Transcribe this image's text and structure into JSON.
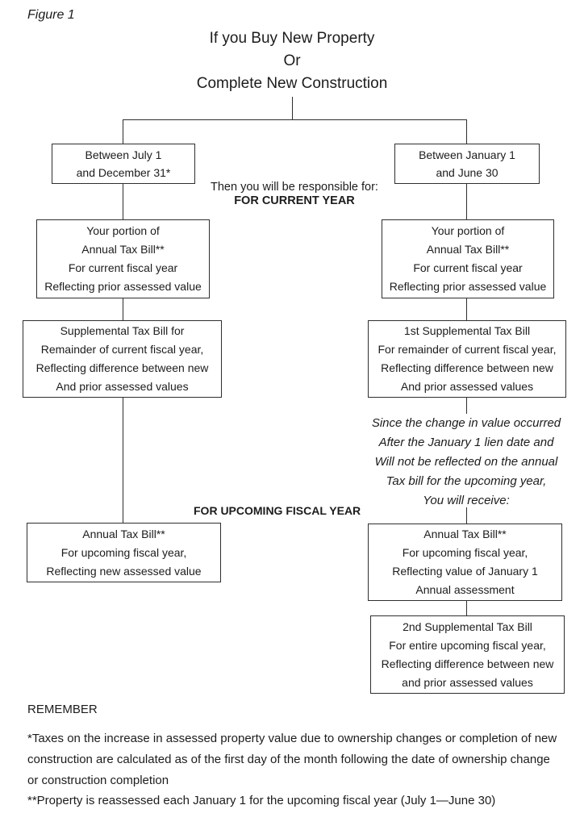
{
  "figure_label": "Figure 1",
  "title": {
    "lines": [
      "If you Buy New Property",
      "Or",
      "Complete New Construction"
    ]
  },
  "annotations": {
    "responsible_intro": "Then you will be responsible for:",
    "for_current_year": "FOR CURRENT YEAR",
    "for_upcoming_fiscal_year": "FOR UPCOMING FISCAL YEAR"
  },
  "left_branch": {
    "period_box": {
      "lines": [
        "Between July 1",
        "and December 31*"
      ]
    },
    "portion_box": {
      "lines": [
        "Your portion of",
        "Annual Tax Bill**",
        "For current fiscal year",
        "Reflecting prior assessed value"
      ]
    },
    "supplemental_box": {
      "lines": [
        "Supplemental Tax Bill for",
        "Remainder of current fiscal year,",
        "Reflecting difference between new",
        "And prior assessed values"
      ]
    },
    "annual_box": {
      "lines": [
        "Annual Tax Bill**",
        "For upcoming fiscal year,",
        "Reflecting new assessed value"
      ]
    }
  },
  "right_branch": {
    "period_box": {
      "lines": [
        "Between January 1",
        "and June 30"
      ]
    },
    "portion_box": {
      "lines": [
        "Your portion of",
        "Annual Tax Bill**",
        "For current fiscal year",
        "Reflecting prior assessed value"
      ]
    },
    "supplemental1_box": {
      "lines": [
        "1st Supplemental Tax Bill",
        "For remainder of current fiscal year,",
        "Reflecting difference between new",
        "And prior assessed values"
      ]
    },
    "note": {
      "lines": [
        "Since the change in value occurred",
        "After the January 1 lien date and",
        "Will not be reflected on the annual",
        "Tax bill for the upcoming year,",
        "You will receive:"
      ]
    },
    "annual_box": {
      "lines": [
        "Annual Tax Bill**",
        "For upcoming fiscal year,",
        "Reflecting value of January 1",
        "Annual assessment"
      ]
    },
    "supplemental2_box": {
      "lines": [
        "2nd Supplemental Tax Bill",
        "For entire upcoming fiscal year,",
        "Reflecting difference between new",
        "and prior assessed values"
      ]
    }
  },
  "footer": {
    "remember": "REMEMBER",
    "note1_lines": [
      "*Taxes on the increase in assessed property value due to ownership changes or completion of new",
      "construction  are calculated as of the first day of the month following the date of ownership change",
      "or construction completion"
    ],
    "note2": "**Property is reassessed each January 1 for the upcoming fiscal year (July 1—June 30)"
  },
  "colors": {
    "line": "#2e2e2e",
    "text": "#1c1c1c",
    "background": "#ffffff"
  }
}
